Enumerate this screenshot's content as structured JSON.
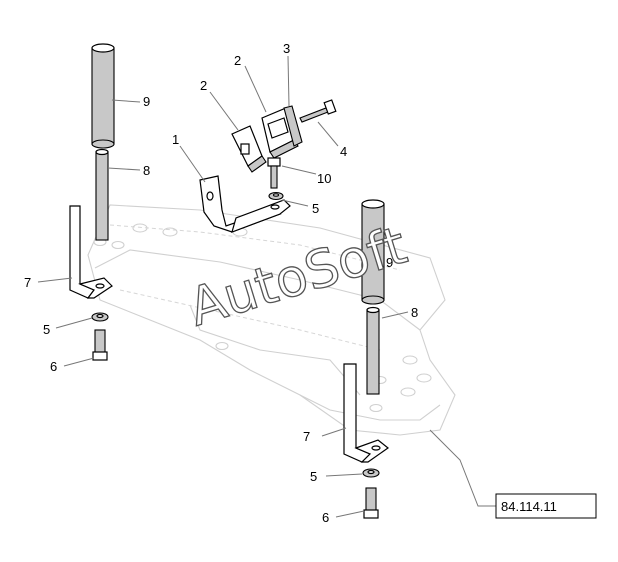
{
  "watermark": "AutoSoft",
  "reference_code": "84.114.11",
  "callouts": {
    "c1": "1",
    "c2a": "2",
    "c2b": "2",
    "c3": "3",
    "c4": "4",
    "c5a": "5",
    "c5b": "5",
    "c5c": "5",
    "c6a": "6",
    "c6b": "6",
    "c7a": "7",
    "c7b": "7",
    "c8a": "8",
    "c8b": "8",
    "c9a": "9",
    "c9b": "9",
    "c10": "10"
  },
  "colors": {
    "line": "#000000",
    "ghost": "#d0d0d0",
    "shade": "#c8c8c8"
  }
}
